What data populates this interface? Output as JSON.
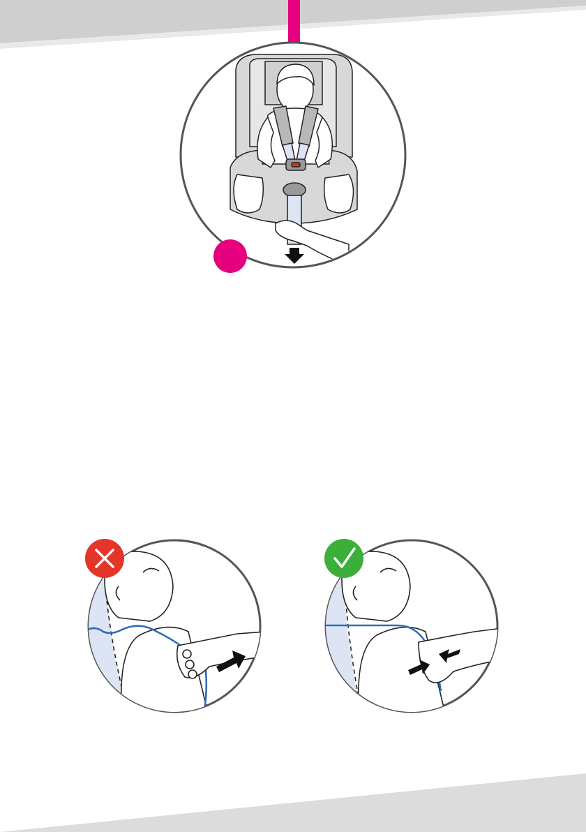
{
  "page": {
    "header_band_color": "#cfcfcf",
    "footer_band_color": "#dcdcdc",
    "accent_color": "#e6007e"
  },
  "step_figure": {
    "step_marker": {
      "icon": "magenta-dot-icon",
      "color": "#e6007e"
    },
    "illustration": "child-in-car-seat-harness-pull-strap",
    "arrow": {
      "icon": "arrow-down-icon",
      "direction": "down"
    }
  },
  "harness_checks": [
    {
      "status": "incorrect",
      "icon": "cross-icon",
      "badge_color": "#e53428",
      "illustration": "harness-slack-pull-away"
    },
    {
      "status": "correct",
      "icon": "check-icon",
      "badge_color": "#3cae3a",
      "illustration": "harness-tight-pinch-test"
    }
  ],
  "colors": {
    "strap_blue": "#2f6db5",
    "seat_shade_blue": "#dde4f3",
    "line_dark": "#222222",
    "seat_grey": "#d8d8d8"
  }
}
